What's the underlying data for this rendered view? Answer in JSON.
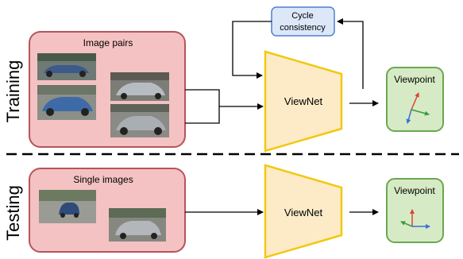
{
  "sections": {
    "training_label": "Training",
    "testing_label": "Testing"
  },
  "training": {
    "input_box_title": "Image pairs",
    "network_label": "ViewNet",
    "feedback_box_line1": "Cycle",
    "feedback_box_line2": "consistency",
    "output_box_title": "Viewpoint"
  },
  "testing": {
    "input_box_title": "Single images",
    "network_label": "ViewNet",
    "output_box_title": "Viewpoint"
  },
  "colors": {
    "input_box_fill": "#f4c2c2",
    "input_box_stroke": "#b5545c",
    "network_fill": "#fdebc8",
    "network_stroke": "#f2c80f",
    "feedback_fill": "#dce7f8",
    "feedback_stroke": "#4f7fcf",
    "output_fill": "#d6ebc5",
    "output_stroke": "#6aa84f",
    "axis_x": "#e0403a",
    "axis_y": "#3c9a3c",
    "axis_z": "#3a6fd8"
  }
}
